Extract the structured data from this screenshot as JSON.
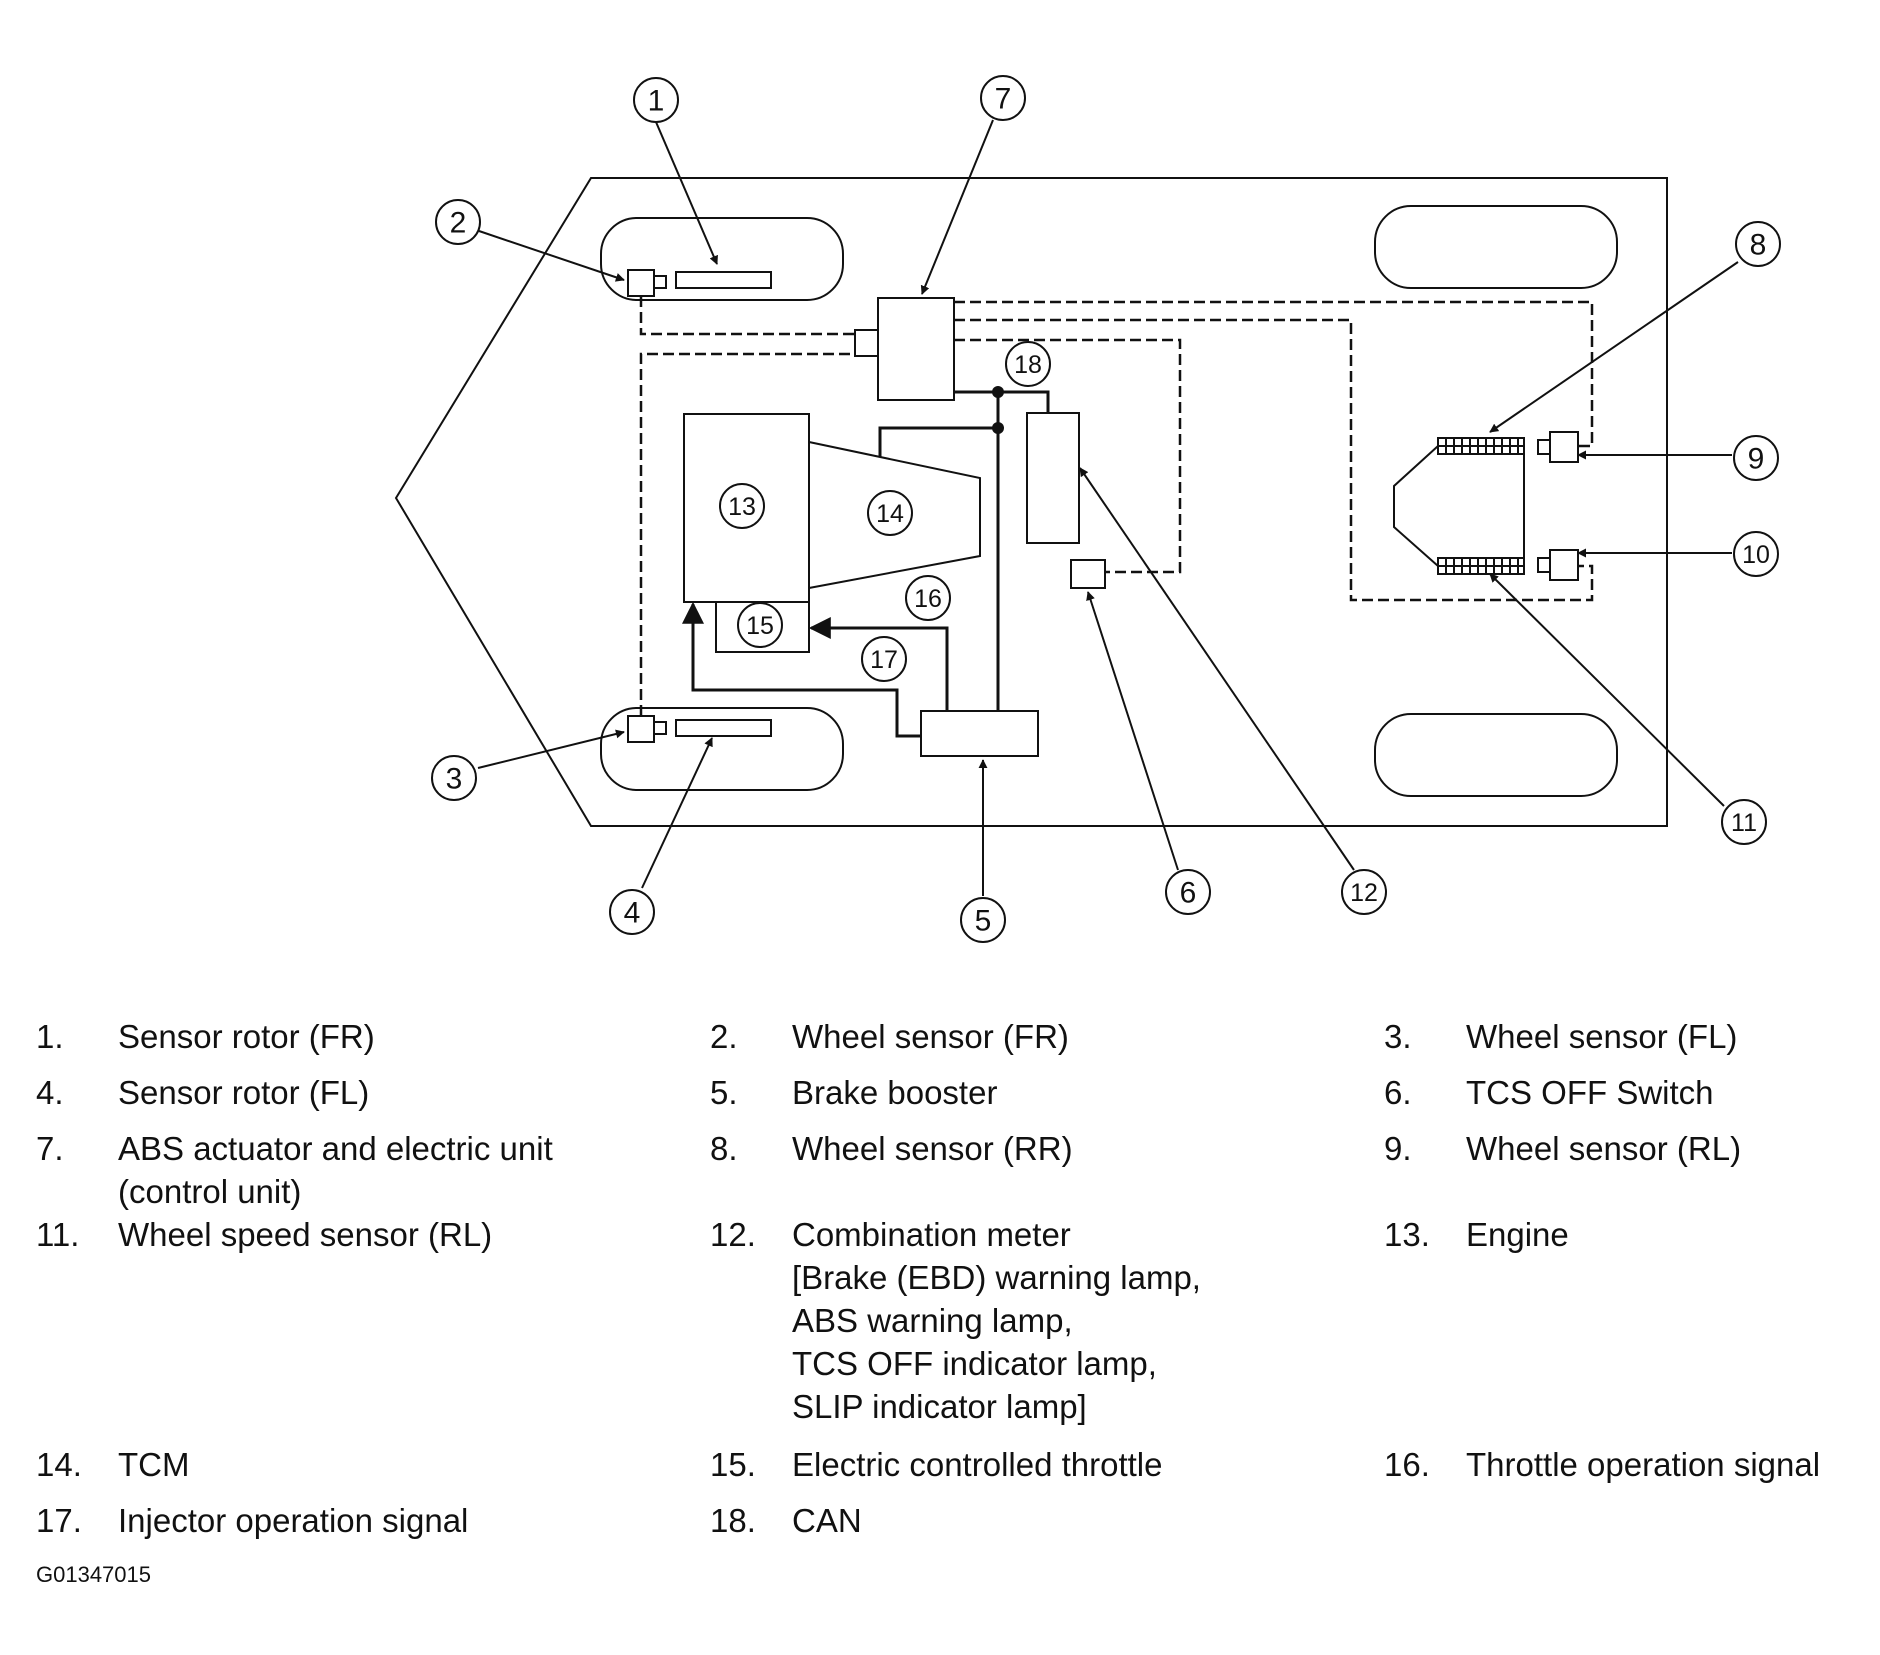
{
  "callouts": [
    "1",
    "2",
    "3",
    "4",
    "5",
    "6",
    "7",
    "8",
    "9",
    "10",
    "11",
    "12",
    "13",
    "14",
    "15",
    "16",
    "17",
    "18"
  ],
  "legend": [
    {
      "num": "1.",
      "lines": [
        "Sensor rotor (FR)"
      ]
    },
    {
      "num": "2.",
      "lines": [
        "Wheel sensor (FR)"
      ]
    },
    {
      "num": "3.",
      "lines": [
        "Wheel sensor (FL)"
      ]
    },
    {
      "num": "4.",
      "lines": [
        "Sensor rotor (FL)"
      ]
    },
    {
      "num": "5.",
      "lines": [
        "Brake booster"
      ]
    },
    {
      "num": "6.",
      "lines": [
        "TCS OFF Switch"
      ]
    },
    {
      "num": "7.",
      "lines": [
        "ABS actuator and electric unit",
        "(control unit)"
      ]
    },
    {
      "num": "8.",
      "lines": [
        "Wheel sensor (RR)"
      ]
    },
    {
      "num": "9.",
      "lines": [
        "Wheel sensor (RL)"
      ]
    },
    {
      "num": "11.",
      "lines": [
        "Wheel speed sensor (RL)"
      ]
    },
    {
      "num": "12.",
      "lines": [
        "Combination meter",
        "[Brake (EBD) warning lamp,",
        "ABS warning lamp,",
        "TCS OFF indicator lamp,",
        "SLIP indicator lamp]"
      ]
    },
    {
      "num": "13.",
      "lines": [
        "Engine"
      ]
    },
    {
      "num": "14.",
      "lines": [
        "TCM"
      ]
    },
    {
      "num": "15.",
      "lines": [
        "Electric controlled throttle"
      ]
    },
    {
      "num": "16.",
      "lines": [
        "Throttle operation signal"
      ]
    },
    {
      "num": "17.",
      "lines": [
        "Injector operation signal"
      ]
    },
    {
      "num": "18.",
      "lines": [
        "CAN"
      ]
    }
  ],
  "figure_id": "G01347015"
}
